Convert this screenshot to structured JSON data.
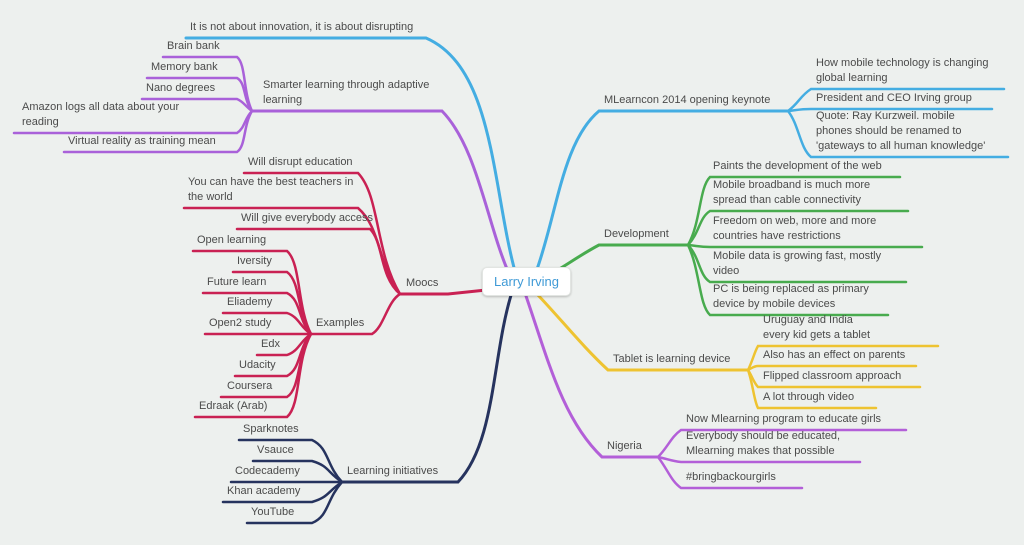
{
  "title": "Larry Irving mind map",
  "colors": {
    "background": "#edf0ee",
    "text": "#4b4b4b",
    "center_text": "#3f9ad6",
    "cyan": "#44ade2",
    "purple": "#a961d9",
    "crimson": "#c92153",
    "navy": "#26335e",
    "green": "#48ab4e",
    "yellow": "#eec331",
    "violet": "#b35fd8"
  },
  "map": {
    "center": "Larry Irving",
    "branches": [
      {
        "label": "It is not about innovation, it is about disrupting",
        "color": "#44ade2",
        "children": []
      },
      {
        "label": "Smarter learning through adaptive\nlearning",
        "color": "#a961d9",
        "children": [
          "Brain bank",
          "Memory bank",
          "Nano degrees",
          "Amazon logs all data about your\nreading",
          "Virtual reality as training mean"
        ]
      },
      {
        "label": "Moocs",
        "color": "#c92153",
        "children": [
          "Will disrupt education",
          "You can have the best teachers in\nthe world",
          "Will give everybody access",
          {
            "label": "Examples",
            "children": [
              "Open learning",
              "Iversity",
              "Future learn",
              "Eliademy",
              "Open2 study",
              "Edx",
              "Udacity",
              "Coursera",
              "Edraak (Arab)"
            ]
          }
        ]
      },
      {
        "label": "Learning initiatives",
        "color": "#26335e",
        "children": [
          "Sparknotes",
          "Vsauce",
          "Codecademy",
          "Khan academy",
          "YouTube"
        ]
      },
      {
        "label": "MLearncon 2014 opening keynote",
        "color": "#44ade2",
        "children": [
          "How mobile technology is changing\nglobal learning",
          "President and CEO Irving group",
          "Quote: Ray Kurzweil. mobile\nphones should be renamed to\n'gateways to all human knowledge'"
        ]
      },
      {
        "label": "Development",
        "color": "#48ab4e",
        "children": [
          "Paints the development of the web",
          "Mobile broadband is much more\nspread than cable connectivity",
          "Freedom on web, more and more\ncountries have restrictions",
          "Mobile data is growing fast, mostly\nvideo",
          "PC is being replaced as primary\ndevice by mobile devices"
        ]
      },
      {
        "label": "Tablet is learning device",
        "color": "#eec331",
        "children": [
          "Uruguay  and India\nevery kid gets a tablet",
          "Also has an effect on parents",
          "Flipped classroom approach",
          "A lot through video"
        ]
      },
      {
        "label": "Nigeria",
        "color": "#b35fd8",
        "children": [
          "Now Mlearning program to educate girls",
          "Everybody should be educated,\nMlearning makes that possible",
          "#bringbackourgirls"
        ]
      }
    ]
  }
}
